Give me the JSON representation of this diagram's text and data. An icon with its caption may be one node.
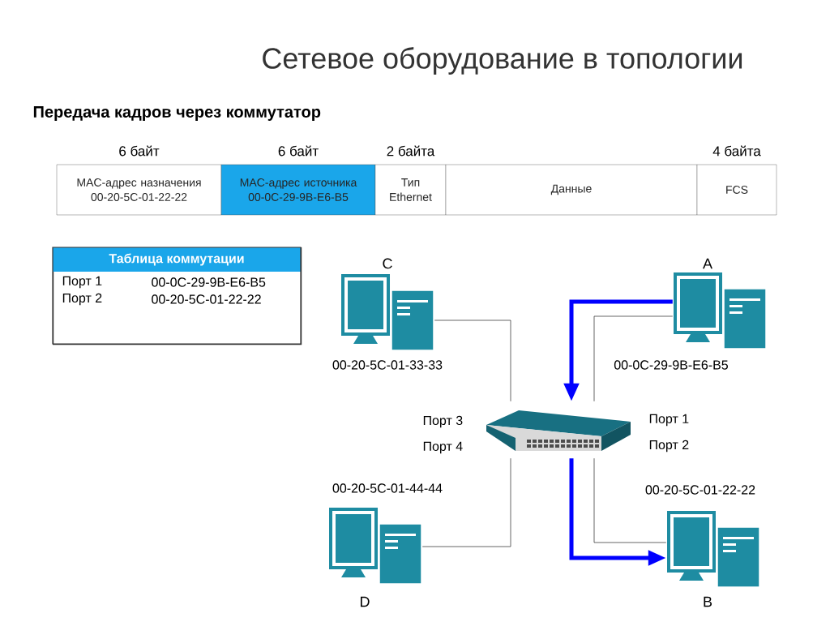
{
  "diagram": {
    "title": "Сетевое оборудование в топологии",
    "nodes": [
      {
        "text": [
          "MAC-адрес назначения",
          "00-20-5C-01-22-22"
        ],
        "beside": [
          "6 байт"
        ]
      },
      {
        "text": [
          "MAC-адрес источника",
          "00-0C-29-9B-E6-B5"
        ],
        "beside": [
          "6 байт"
        ]
      },
      {
        "text": [
          "Тип Ethernet"
        ],
        "beside": [
          "2 байта"
        ]
      },
      {
        "text": [
          "Данные"
        ]
      },
      {
        "text": [
          "FCS"
        ],
        "beside": [
          "4 байта"
        ]
      },
      {
        "text": [
          "Таблица коммутации"
        ]
      },
      {
        "text": [
          "C"
        ],
        "beside": [
          "00-20-5C-01-33-33"
        ]
      },
      {
        "text": [
          "A"
        ],
        "beside": [
          "00-0C-29-9B-E6-B5"
        ]
      },
      {
        "text": [],
        "shape": "picture"
      },
      {
        "text": [
          "D"
        ],
        "beside": [
          "00-20-5C-01-44-44"
        ]
      },
      {
        "text": [
          "B"
        ],
        "beside": [
          "00-20-5C-01-22-22"
        ]
      }
    ],
    "edges": [
      {
        "from": 6,
        "to": 8,
        "arrow": "none"
      },
      {
        "from": 7,
        "to": 8,
        "arrow": "none"
      },
      {
        "from": 7,
        "to": 8,
        "arrow": "to",
        "style": "thick",
        "color": "#0000ff"
      },
      {
        "from": 9,
        "to": 8,
        "arrow": "none"
      },
      {
        "from": 8,
        "to": 10,
        "arrow": "none"
      },
      {
        "from": 8,
        "to": 10,
        "arrow": "to",
        "style": "thick",
        "color": "#0000ff"
      }
    ],
    "labels": [
      "Передача кадров через коммутатор",
      "Порт 1",
      "00-0C-29-9B-E6-B5",
      "Порт 2",
      "00-20-5C-01-22-22",
      "Порт 3",
      "Порт 1",
      "Порт 4",
      "Порт 2"
    ]
  }
}
